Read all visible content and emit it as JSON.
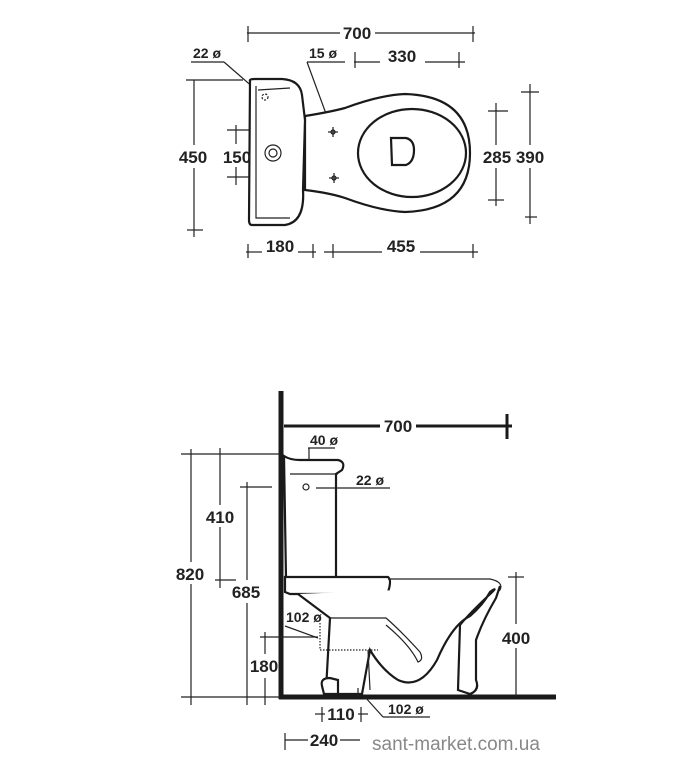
{
  "top_view": {
    "overall_length": "700",
    "tank_hole": "22 ø",
    "fixing_holes": "15 ø",
    "holes_to_front": "330",
    "tank_width": "450",
    "inlet_spacing": "150",
    "fixing_spacing": "285",
    "bowl_width": "390",
    "tank_depth": "180",
    "bowl_length": "455"
  },
  "side_view": {
    "projection": "700",
    "button_hole": "40 ø",
    "inlet_hole": "22 ø",
    "tank_height": "410",
    "total_height": "820",
    "inlet_height": "685",
    "outlet_diameter_horizontal": "102 ø",
    "outlet_height": "180",
    "seat_height": "400",
    "floor_outlet_offset": "110",
    "outlet_diameter_floor": "102 ø",
    "outlet_to_wall": "240"
  },
  "watermark": "sant-market.com.ua"
}
